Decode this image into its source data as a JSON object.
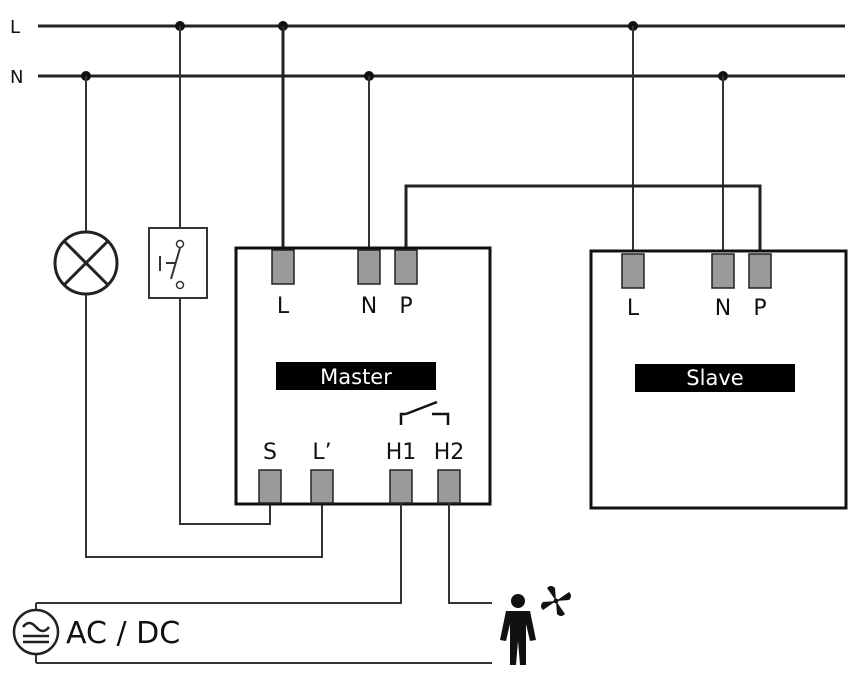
{
  "bus": {
    "line": "L",
    "neutral": "N"
  },
  "master": {
    "title": "Master",
    "top_terminals": [
      "L",
      "N",
      "P"
    ],
    "bottom_terminals": [
      "S",
      "L’",
      "H1",
      "H2"
    ]
  },
  "slave": {
    "title": "Slave",
    "top_terminals": [
      "L",
      "N",
      "P"
    ]
  },
  "supply": {
    "label": "AC / DC"
  },
  "icons": {
    "lamp": "lamp-icon",
    "switch": "pushbutton-switch-icon",
    "relay": "relay-contact-icon",
    "supply": "ac-dc-source-icon",
    "person": "person-fan-icon"
  }
}
